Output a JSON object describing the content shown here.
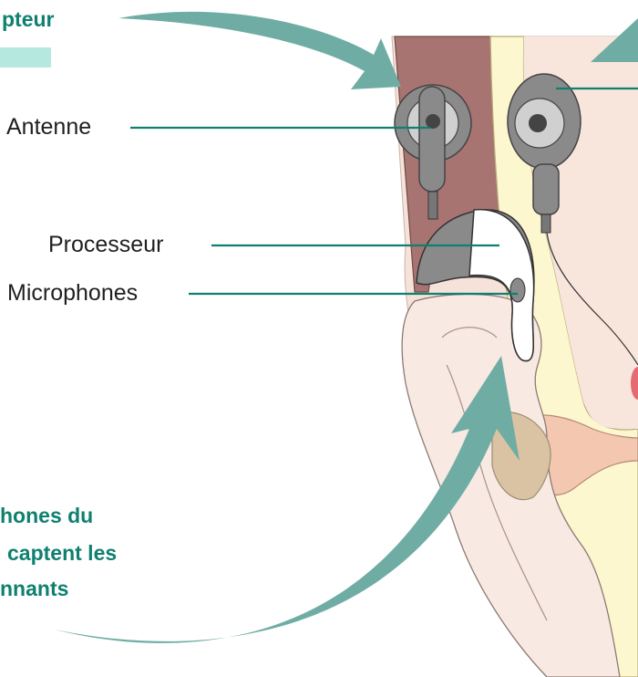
{
  "labels": {
    "antenna": "Antenne",
    "processor": "Processeur",
    "microphones": "Microphones"
  },
  "captions": {
    "top_left": "pteur",
    "bottom_left": [
      "hones du",
      "captent les",
      "nnants"
    ]
  },
  "colors": {
    "accent": "#0f8070",
    "arrow": "#6fada4",
    "highlight_bar": "#b5e9e0",
    "hair": "#a77472",
    "skin": "#f7e2d9",
    "bone": "#fdf7cf",
    "device_gray": "#8a8a8a",
    "device_white": "#ffffff"
  },
  "icons": {
    "arrows": "curved-arrow-icon",
    "antenna": "coil-antenna-icon",
    "implant": "implant-receiver-icon"
  }
}
